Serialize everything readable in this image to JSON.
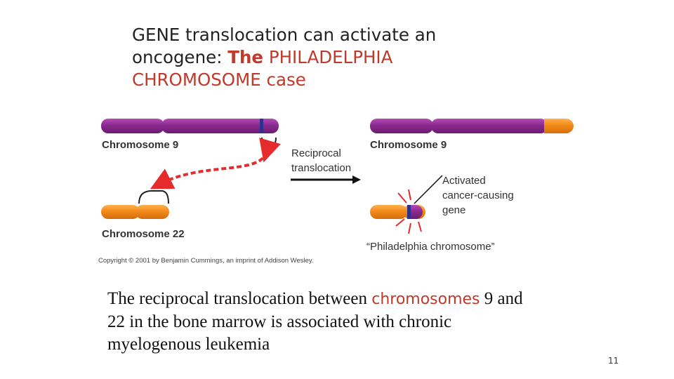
{
  "title": {
    "part1": "GENE translocation can activate an oncogene: ",
    "part2": "The",
    "part3": " PHILADELPHIA CHROMOSOME case"
  },
  "diagram": {
    "left_chr9_label": "Chromosome 9",
    "left_chr22_label": "Chromosome 22",
    "process_label_line1": "Reciprocal",
    "process_label_line2": "translocation",
    "right_chr9_label": "Chromosome 9",
    "activated_line1": "Activated",
    "activated_line2": "cancer-causing",
    "activated_line3": "gene",
    "philadelphia_label": "“Philadelphia chromosome”",
    "copyright": "Copyright © 2001 by Benjamin Cummings, an imprint of Addison Wesley.",
    "colors": {
      "chr9": "#8b2a8f",
      "chr22": "#f28a1a",
      "band": "#3b2a8f",
      "arrow": "#e52b2b"
    }
  },
  "caption": {
    "part1": "The reciprocal translocation between ",
    "part2": "chromosomes",
    "part3": " 9 and 22 in the bone marrow is associated with chronic myelogenous leukemia"
  },
  "page_number": "11"
}
